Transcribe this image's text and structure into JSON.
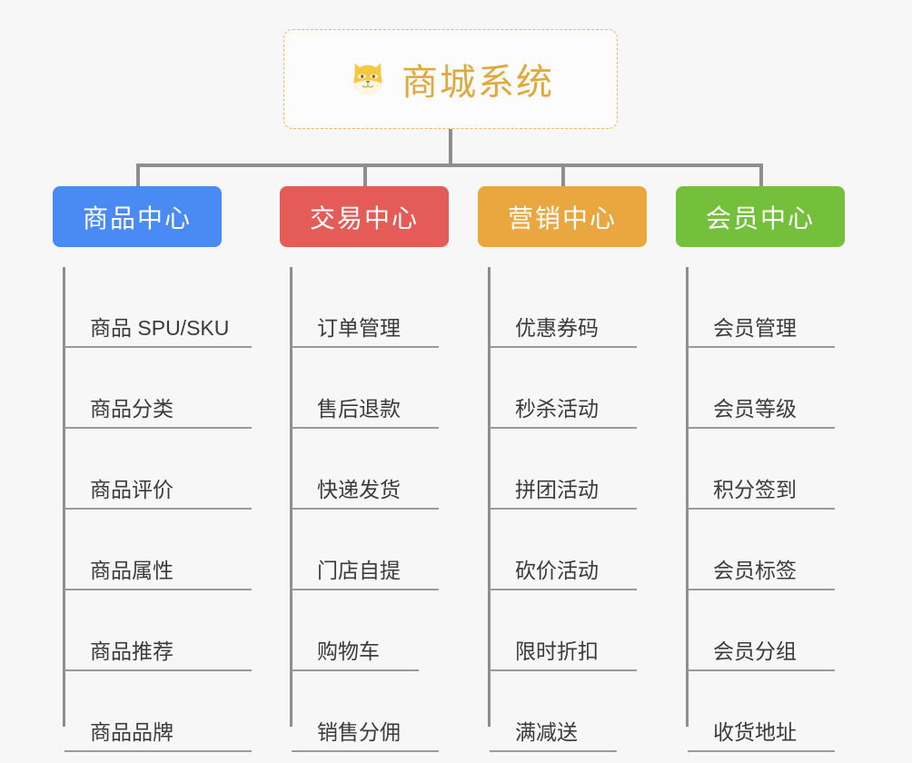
{
  "diagram": {
    "type": "mindmap-tree",
    "background_color": "#f7f7f7",
    "connector_color": "#8e8e8e",
    "root": {
      "icon": "shiba-dog-emoji",
      "title": "商城系统",
      "title_color": "#e0a93b",
      "border_color": "#e8b860",
      "border_style": "dashed"
    },
    "categories": [
      {
        "label": "商品中心",
        "color": "#4a8af4",
        "width": 186,
        "leaf_underline_width": 206,
        "items": [
          "商品 SPU/SKU",
          "商品分类",
          "商品评价",
          "商品属性",
          "商品推荐",
          "商品品牌"
        ]
      },
      {
        "label": "交易中心",
        "color": "#e55b57",
        "width": 186,
        "leaf_underline_width": 162,
        "items": [
          "订单管理",
          "售后退款",
          "快递发货",
          "门店自提",
          "购物车",
          "销售分佣"
        ]
      },
      {
        "label": "营销中心",
        "color": "#eaa73f",
        "width": 186,
        "leaf_underline_width": 162,
        "items": [
          "优惠券码",
          "秒杀活动",
          "拼团活动",
          "砍价活动",
          "限时折扣",
          "满减送"
        ]
      },
      {
        "label": "会员中心",
        "color": "#74c03c",
        "width": 186,
        "leaf_underline_width": 162,
        "items": [
          "会员管理",
          "会员等级",
          "积分签到",
          "会员标签",
          "会员分组",
          "收货地址"
        ]
      }
    ]
  }
}
